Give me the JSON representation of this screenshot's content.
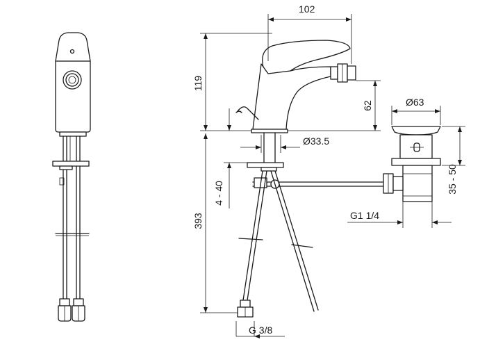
{
  "colors": {
    "line": "#1a1a1a",
    "background": "#ffffff"
  },
  "dimensions": {
    "width_spout": "102",
    "height_top": "119",
    "spout_height": "62",
    "waste_diameter": "Ø63",
    "base_diameter": "Ø33.5",
    "deck_thickness": "4 - 40",
    "hose_length": "393",
    "waste_range": "35 - 50",
    "waste_thread": "G1 1/4",
    "hose_thread": "G 3/8"
  }
}
